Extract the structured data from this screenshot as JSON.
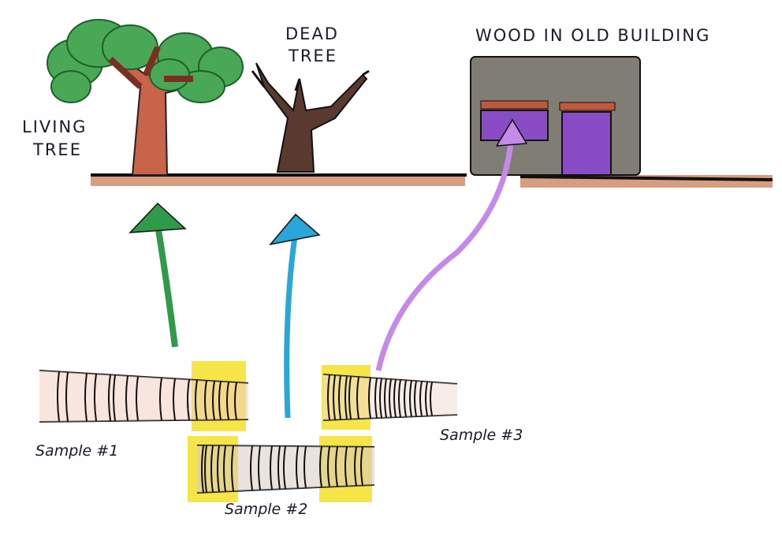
{
  "labels": {
    "living_tree_line1": "LIVING",
    "living_tree_line2": "TREE",
    "dead_tree_line1": "DEAD",
    "dead_tree_line2": "TREE",
    "building": "WOOD IN OLD BUILDING",
    "sample1": "Sample #1",
    "sample2": "Sample #2",
    "sample3": "Sample #3"
  },
  "colors": {
    "foliage": "#3e9a4a",
    "trunk": "#b5533a",
    "dead_trunk": "#5a3a2e",
    "ground": "#b0603a",
    "building": "#7d7a72",
    "window": "#8a4cc4",
    "lintel": "#c0583a",
    "arrow_green": "#2f9a4a",
    "arrow_blue": "#2aa6d8",
    "arrow_purple": "#c58ae8",
    "highlight": "#f2df1a",
    "core_sample1": "#f3cfc2",
    "core_sample2": "#d6c8c0"
  }
}
